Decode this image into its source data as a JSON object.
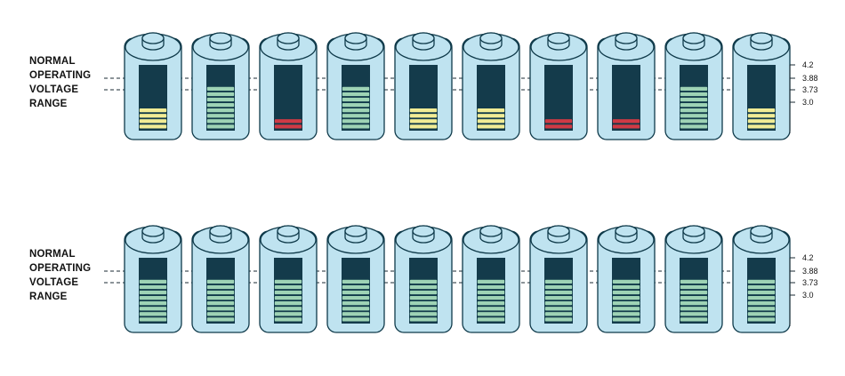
{
  "rows": [
    {
      "label_lines": [
        "NORMAL",
        "OPERATING",
        "VOLTAGE",
        "RANGE"
      ],
      "scale_ticks": [
        "4.2",
        "3.88",
        "3.73",
        "3.0"
      ],
      "batteries": [
        {
          "level": 4,
          "state": "yellow"
        },
        {
          "level": 8,
          "state": "green"
        },
        {
          "level": 2,
          "state": "red"
        },
        {
          "level": 8,
          "state": "green"
        },
        {
          "level": 4,
          "state": "yellow"
        },
        {
          "level": 4,
          "state": "yellow"
        },
        {
          "level": 2,
          "state": "red"
        },
        {
          "level": 2,
          "state": "red"
        },
        {
          "level": 8,
          "state": "green"
        },
        {
          "level": 4,
          "state": "yellow"
        }
      ]
    },
    {
      "label_lines": [
        "NORMAL",
        "OPERATING",
        "VOLTAGE",
        "RANGE"
      ],
      "scale_ticks": [
        "4.2",
        "3.88",
        "3.73",
        "3.0"
      ],
      "batteries": [
        {
          "level": 8,
          "state": "green"
        },
        {
          "level": 8,
          "state": "green"
        },
        {
          "level": 8,
          "state": "green"
        },
        {
          "level": 8,
          "state": "green"
        },
        {
          "level": 8,
          "state": "green"
        },
        {
          "level": 8,
          "state": "green"
        },
        {
          "level": 8,
          "state": "green"
        },
        {
          "level": 8,
          "state": "green"
        },
        {
          "level": 8,
          "state": "green"
        },
        {
          "level": 8,
          "state": "green"
        }
      ]
    }
  ],
  "total_segments": 10,
  "colors": {
    "case_fill": "#bfe3f0",
    "case_stroke": "#0f3a4a",
    "empty": "#143b4b",
    "green": "#9ed3b5",
    "yellow": "#f2ec95",
    "red": "#cf3a45"
  }
}
